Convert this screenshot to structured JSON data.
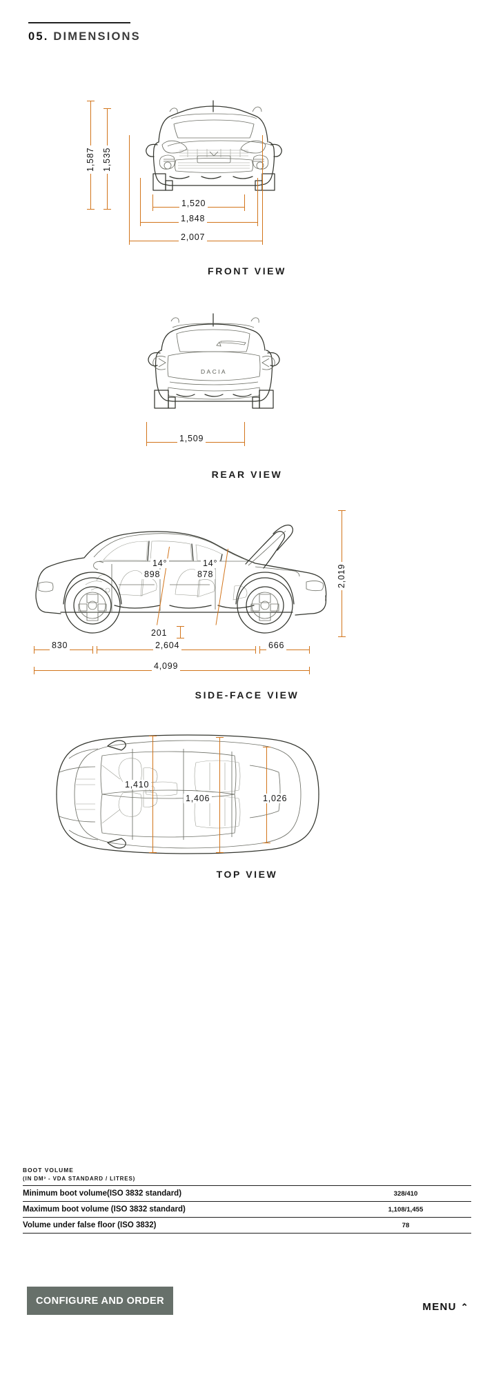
{
  "header": {
    "number": "05.",
    "title": "DIMENSIONS"
  },
  "views": {
    "front": {
      "caption": "FRONT VIEW",
      "heights": [
        "1,587",
        "1,535"
      ],
      "widths": [
        "1,520",
        "1,848",
        "2,007"
      ]
    },
    "rear": {
      "caption": "REAR VIEW",
      "badge": "DACIA",
      "widths": [
        "1,509"
      ]
    },
    "side": {
      "caption": "SIDE-FACE VIEW",
      "front_seat_angle": "14°",
      "front_seat_height": "898",
      "rear_seat_angle": "14°",
      "rear_seat_height": "878",
      "ground_clearance": "201",
      "front_overhang": "830",
      "wheelbase": "2,604",
      "rear_overhang": "666",
      "total_length": "4,099",
      "height_open_tailgate": "2,019"
    },
    "top": {
      "caption": "TOP VIEW",
      "front_width": "1,410",
      "mid_width": "1,406",
      "rear_width": "1,026"
    }
  },
  "boot": {
    "title": "BOOT VOLUME",
    "subtitle": "(IN DM³ - VDA STANDARD / LITRES)",
    "rows": [
      {
        "label": "Minimum boot volume(ISO 3832 standard)",
        "value": "328/410"
      },
      {
        "label": "Maximum boot volume (ISO 3832 standard)",
        "value": "1,108/1,455"
      },
      {
        "label": "Volume under false floor (ISO 3832)",
        "value": "78"
      }
    ]
  },
  "footer": {
    "configure_label": "CONFIGURE AND ORDER",
    "menu_label": "MENU",
    "menu_chevron": "⌃"
  },
  "colors": {
    "dimension": "#d2741a",
    "outline": "#33352e",
    "cta": "#67706a"
  }
}
